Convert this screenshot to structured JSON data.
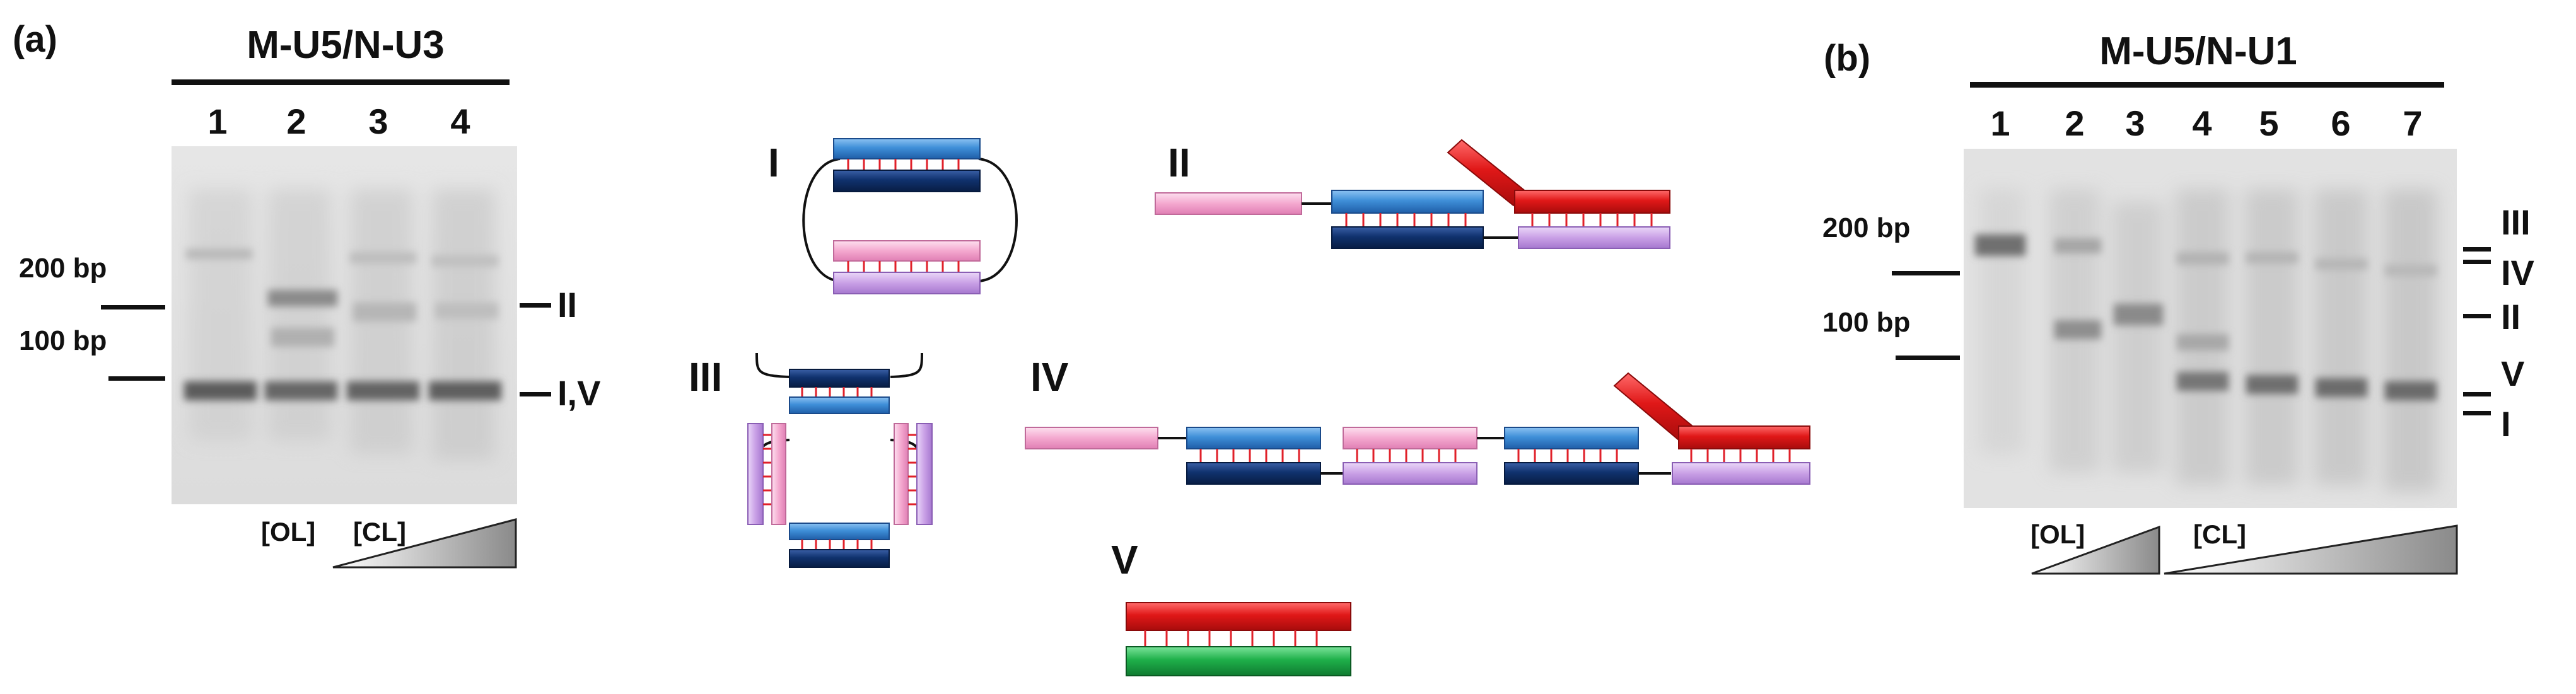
{
  "panel_a": {
    "label": "(a)",
    "title": "M-U5/N-U3",
    "lanes": [
      "1",
      "2",
      "3",
      "4"
    ],
    "markers": [
      "200 bp",
      "100 bp"
    ],
    "bands_right": [
      "II",
      "I,V"
    ],
    "gradient_labels": [
      "[OL]",
      "[CL]"
    ]
  },
  "panel_b": {
    "label": "(b)",
    "title": "M-U5/N-U1",
    "lanes": [
      "1",
      "2",
      "3",
      "4",
      "5",
      "6",
      "7"
    ],
    "markers": [
      "200 bp",
      "100 bp"
    ],
    "bands_right": [
      "III",
      "IV",
      "II",
      "V",
      "I"
    ],
    "gradient_labels": [
      "[OL]",
      "[CL]"
    ]
  },
  "schematics": {
    "labels": [
      "I",
      "II",
      "III",
      "IV",
      "V"
    ]
  },
  "colors": {
    "light_blue": "#3f8fd8",
    "navy": "#10326e",
    "pink": "#f4a8cf",
    "lavender": "#c9a0e6",
    "red": "#e01818",
    "green": "#1fb04a",
    "basepair": "#e0202a"
  }
}
